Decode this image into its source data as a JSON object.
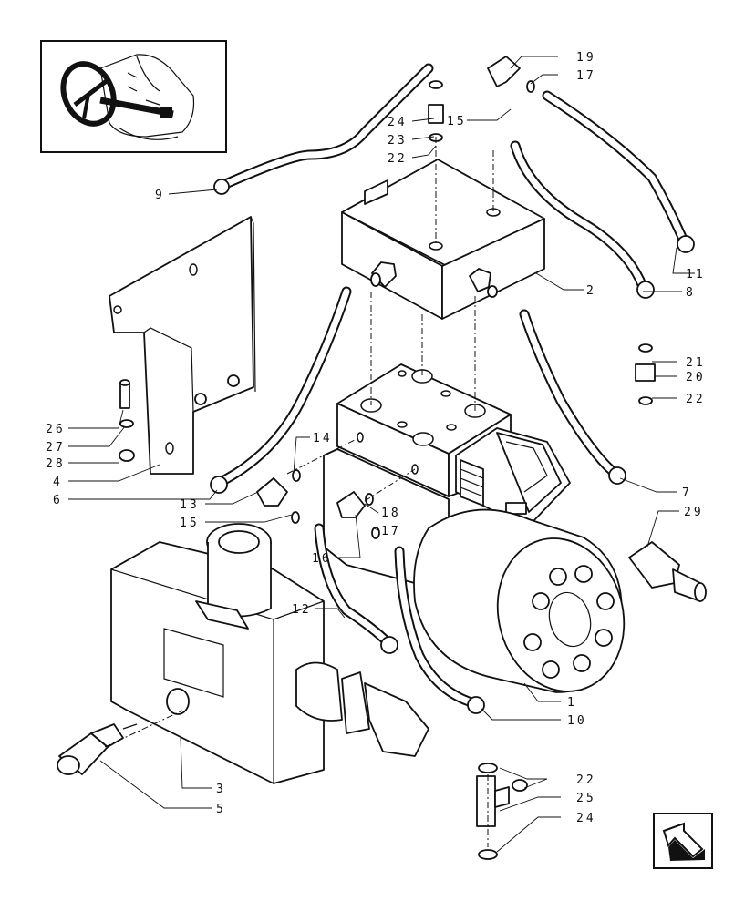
{
  "callouts": [
    {
      "id": "c1",
      "text": "1"
    },
    {
      "id": "c2",
      "text": "2"
    },
    {
      "id": "c3",
      "text": "3"
    },
    {
      "id": "c4",
      "text": "4"
    },
    {
      "id": "c5",
      "text": "5"
    },
    {
      "id": "c6",
      "text": "6"
    },
    {
      "id": "c7",
      "text": "7"
    },
    {
      "id": "c8",
      "text": "8"
    },
    {
      "id": "c9",
      "text": "9"
    },
    {
      "id": "c10",
      "text": "10"
    },
    {
      "id": "c11",
      "text": "11"
    },
    {
      "id": "c12",
      "text": "12"
    },
    {
      "id": "c13",
      "text": "13"
    },
    {
      "id": "c14",
      "text": "14"
    },
    {
      "id": "c15a",
      "text": "15"
    },
    {
      "id": "c15b",
      "text": "15"
    },
    {
      "id": "c16",
      "text": "16"
    },
    {
      "id": "c17a",
      "text": "17"
    },
    {
      "id": "c17b",
      "text": "17"
    },
    {
      "id": "c18",
      "text": "18"
    },
    {
      "id": "c19",
      "text": "19"
    },
    {
      "id": "c20",
      "text": "20"
    },
    {
      "id": "c21",
      "text": "21"
    },
    {
      "id": "c22a",
      "text": "22"
    },
    {
      "id": "c22b",
      "text": "22"
    },
    {
      "id": "c22c",
      "text": "22"
    },
    {
      "id": "c23",
      "text": "23"
    },
    {
      "id": "c24a",
      "text": "24"
    },
    {
      "id": "c24b",
      "text": "24"
    },
    {
      "id": "c25",
      "text": "25"
    },
    {
      "id": "c26",
      "text": "26"
    },
    {
      "id": "c27",
      "text": "27"
    },
    {
      "id": "c28",
      "text": "28"
    },
    {
      "id": "c29",
      "text": "29"
    }
  ],
  "icons": {
    "location_thumbnail": "steering-wheel-location-icon",
    "next_page": "next-page-arrow-icon"
  },
  "colors": {
    "line": "#111111",
    "background": "#ffffff"
  }
}
